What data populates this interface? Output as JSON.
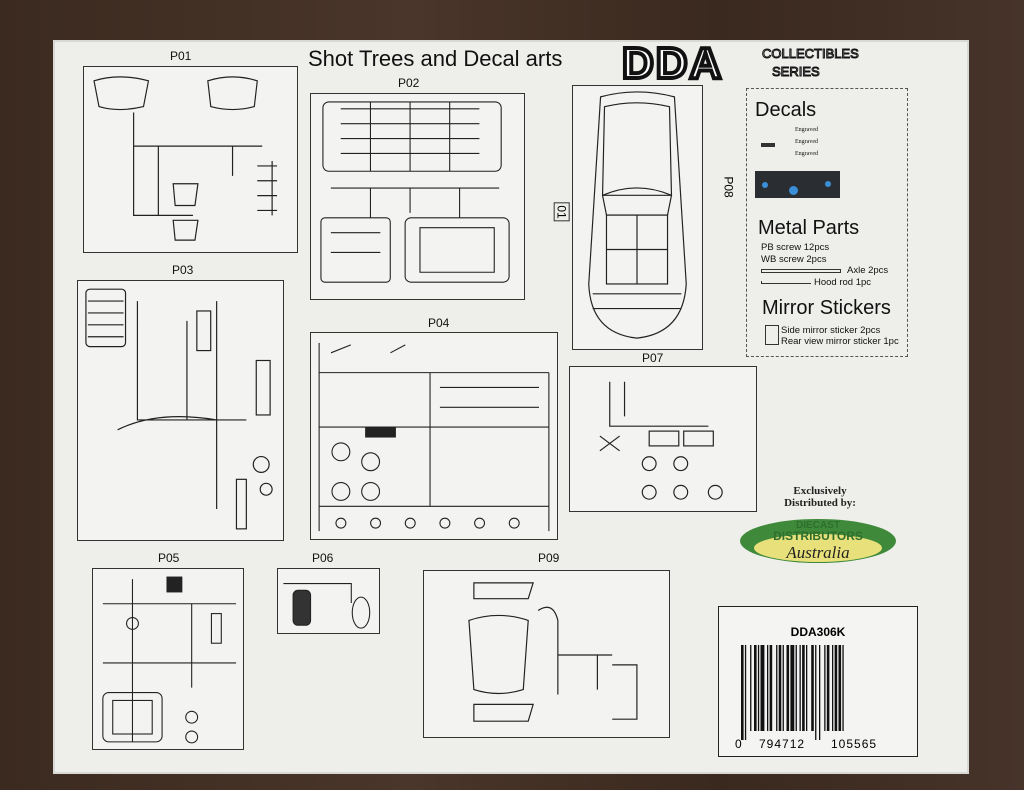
{
  "title": "Shot Trees and Decal arts",
  "brand": {
    "logo_text": "DDA",
    "line1": "COLLECTIBLES",
    "line2": "SERIES"
  },
  "panels": {
    "p01": "P01",
    "p02": "P02",
    "p03": "P03",
    "p04": "P04",
    "p05": "P05",
    "p06": "P06",
    "p07": "P07",
    "p08": "P08",
    "p09": "P09",
    "car_tag": "01"
  },
  "decals": {
    "heading": "Decals",
    "engraved": [
      "Engraved",
      "Engraved",
      "Engraved"
    ],
    "metal_heading": "Metal Parts",
    "metal": [
      "PB screw 12pcs",
      "WB screw 2pcs",
      "Axle 2pcs",
      "Hood rod 1pc"
    ],
    "mirror_heading": "Mirror Stickers",
    "mirror": [
      "Side mirror sticker 2pcs",
      "Rear view mirror sticker 1pc"
    ]
  },
  "distributor": {
    "line1": "Exclusively",
    "line2": "Distributed by:",
    "logo_top": "DIECAST",
    "logo_mid": "DISTRIBUTORS",
    "logo_script": "Australia"
  },
  "barcode": {
    "sku": "DDA306K",
    "lead": "0",
    "left": "794712",
    "right": "105565"
  },
  "colors": {
    "logo_green": "#3f8a3a",
    "logo_yellow": "#e8e07a",
    "decal_plate": "#2a2e33",
    "decal_dot": "#3a8fd8"
  }
}
